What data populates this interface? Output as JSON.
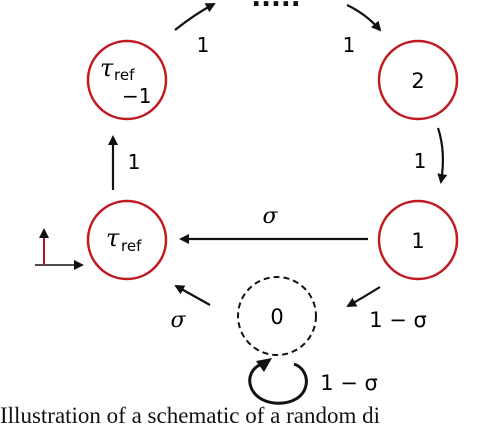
{
  "states": {
    "tau_ref_minus_1": {
      "top": "τ",
      "top_sub": "ref",
      "bottom": "−1"
    },
    "two": {
      "label": "2"
    },
    "one": {
      "label": "1"
    },
    "tau_ref": {
      "label": "τ",
      "sub": "ref"
    },
    "zero": {
      "label": "0"
    }
  },
  "transitions": {
    "ellipsis": ".....",
    "tref1_to_dots": "1",
    "dots_to_2": "1",
    "two_to_1": "1",
    "tref_to_tref1": "1",
    "one_to_tref": "σ",
    "one_to_zero": "1 − σ",
    "zero_to_tref": "σ",
    "zero_self": "1 − σ"
  },
  "caption": "Illustration of a schematic of a random di",
  "colors": {
    "state_outline": "#c0191e",
    "spike": "#b01818",
    "arrow": "#111111"
  }
}
